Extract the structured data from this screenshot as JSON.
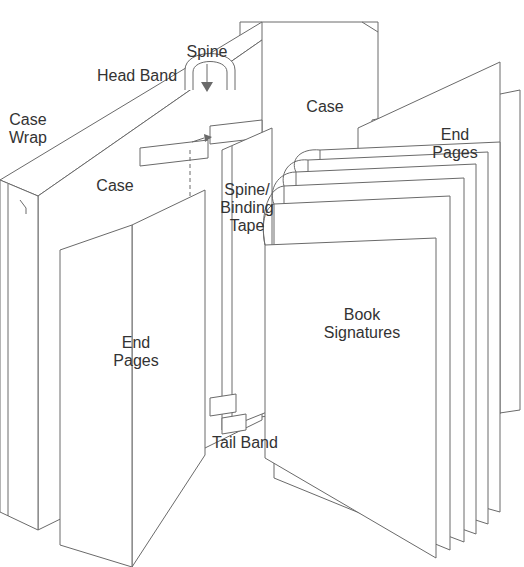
{
  "diagram": {
    "labels": [
      "Spine",
      "Head Band",
      "Case",
      "Case Wrap",
      "End Pages",
      "Case",
      "Spine/ Binding Tape",
      "Book Signatures",
      "End Pages",
      "Tail Band"
    ]
  }
}
